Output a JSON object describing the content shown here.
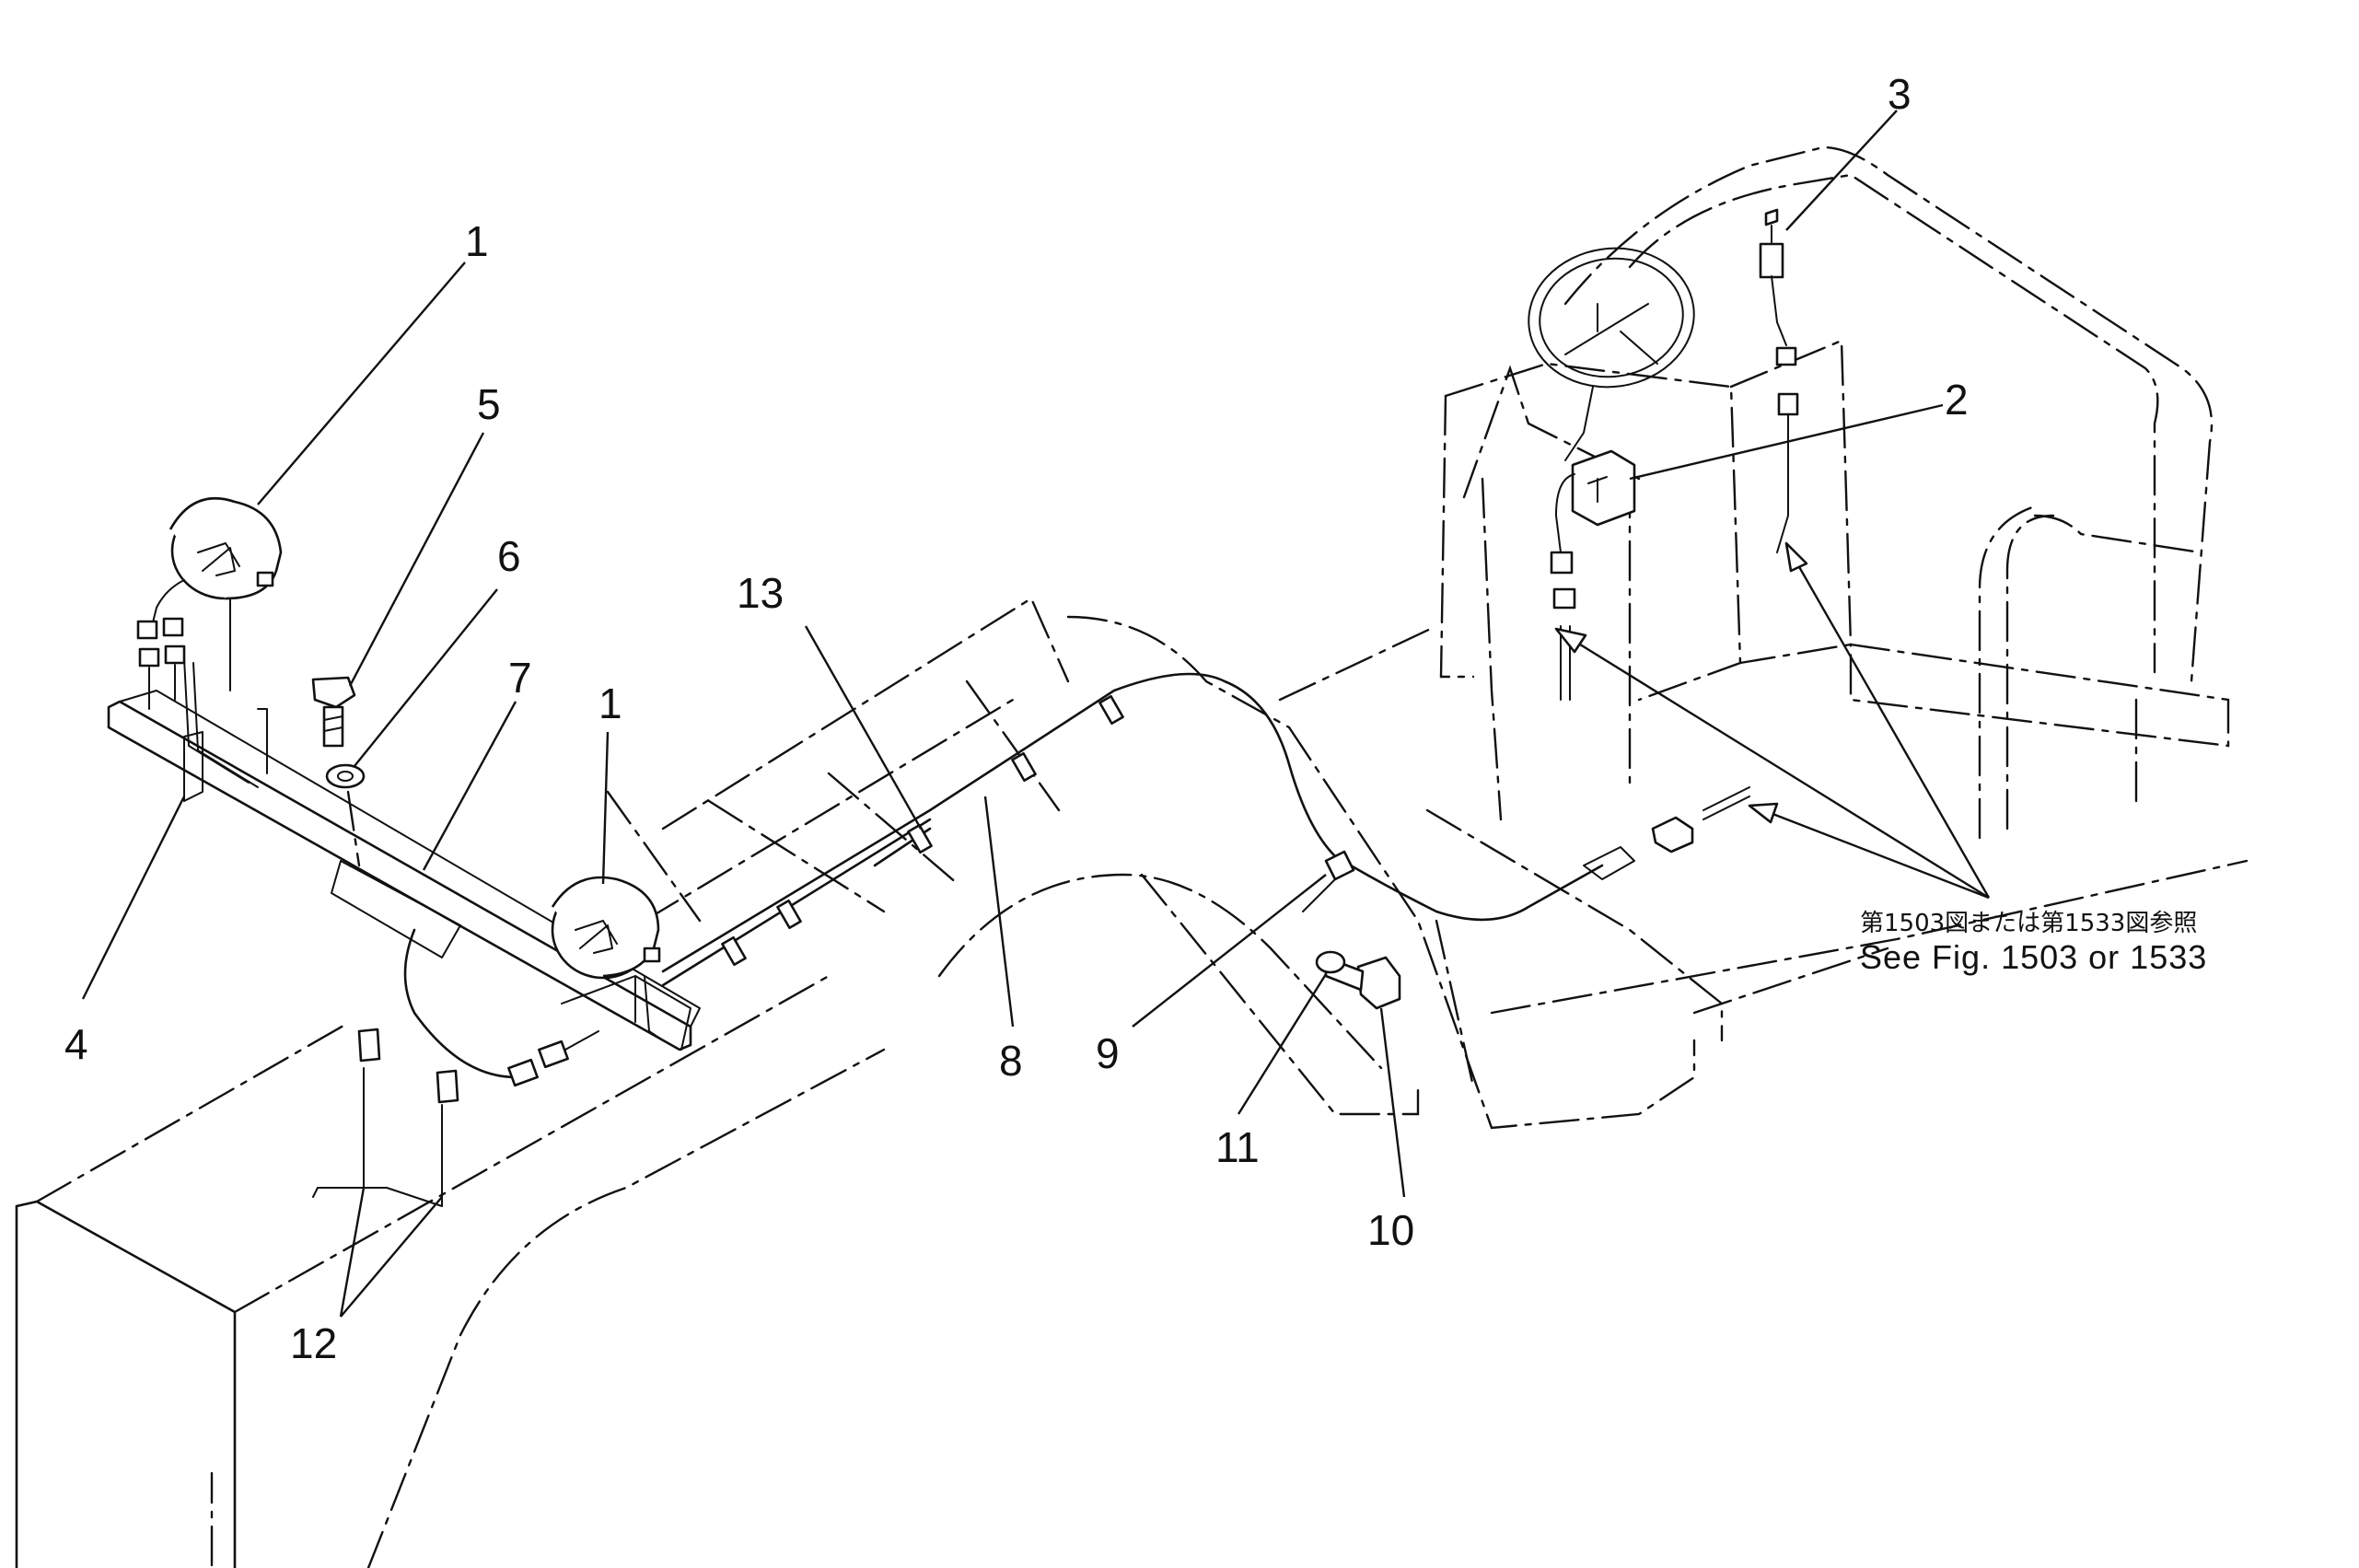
{
  "callouts": [
    {
      "id": "1a",
      "label": "1"
    },
    {
      "id": "1b",
      "label": "1"
    },
    {
      "id": "2",
      "label": "2"
    },
    {
      "id": "3",
      "label": "3"
    },
    {
      "id": "4",
      "label": "4"
    },
    {
      "id": "5",
      "label": "5"
    },
    {
      "id": "6",
      "label": "6"
    },
    {
      "id": "7",
      "label": "7"
    },
    {
      "id": "8",
      "label": "8"
    },
    {
      "id": "9",
      "label": "9"
    },
    {
      "id": "10",
      "label": "10"
    },
    {
      "id": "11",
      "label": "11"
    },
    {
      "id": "12",
      "label": "12"
    },
    {
      "id": "13",
      "label": "13"
    }
  ],
  "reference_note": {
    "japanese": "第1503図または第1533図参照",
    "english": "See Fig. 1503 or 1533"
  }
}
